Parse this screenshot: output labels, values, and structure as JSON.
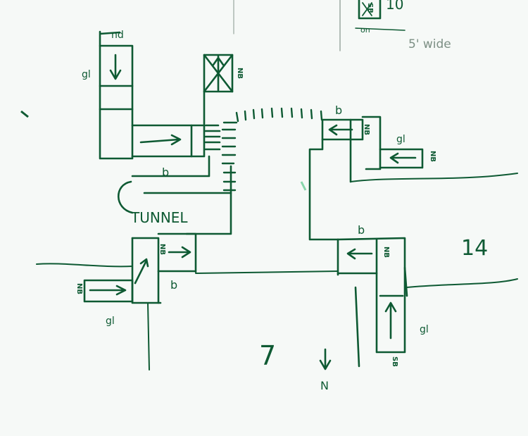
{
  "ink": "#0e5a33",
  "paper": "#f6f9f7",
  "top_note": {
    "number": "10",
    "small_label": "on",
    "width_note": "5' wide"
  },
  "tunnel_label": "TUNNEL",
  "section_numbers": {
    "upper_right": "14",
    "lower_center": "7"
  },
  "compass": {
    "letter": "N"
  },
  "ramp_labels": {
    "top_left": "gl",
    "left_lower": "gl",
    "right_upper": "gl",
    "right_lower": "gl",
    "top_stub": "nd"
  },
  "bridge_labels": {
    "upper_right": "b",
    "mid_left": "b",
    "lower_left": "b",
    "lower_right": "b"
  },
  "nb_labels": [
    "NB",
    "NB",
    "NB",
    "NB",
    "NB",
    "NB"
  ],
  "sb_labels": [
    "SB",
    "SB"
  ]
}
